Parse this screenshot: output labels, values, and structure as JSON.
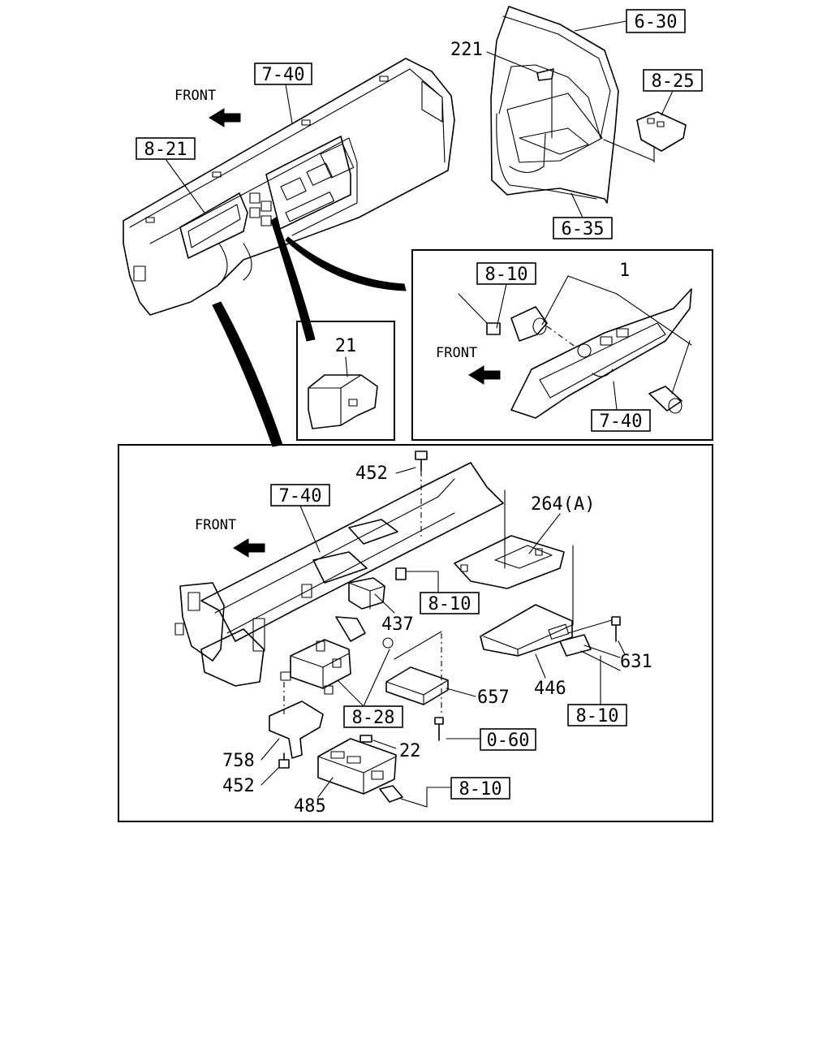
{
  "refs": {
    "r6_30": "6-30",
    "r221": "221",
    "r8_25": "8-25",
    "r7_40_top": "7-40",
    "front_top": "FRONT",
    "r8_21": "8-21",
    "r6_35": "6-35",
    "r8_10_inset": "8-10",
    "r1": "1",
    "front_inset": "FRONT",
    "r7_40_inset": "7-40",
    "r21": "21",
    "r452_top": "452",
    "r7_40_main": "7-40",
    "r264a": "264(A)",
    "front_main": "FRONT",
    "r8_10_a": "8-10",
    "r437": "437",
    "r631": "631",
    "r446": "446",
    "r657": "657",
    "r8_28": "8-28",
    "r8_10_b": "8-10",
    "r0_60": "0-60",
    "r22": "22",
    "r758": "758",
    "r452_bottom": "452",
    "r485": "485",
    "r8_10_c": "8-10"
  }
}
